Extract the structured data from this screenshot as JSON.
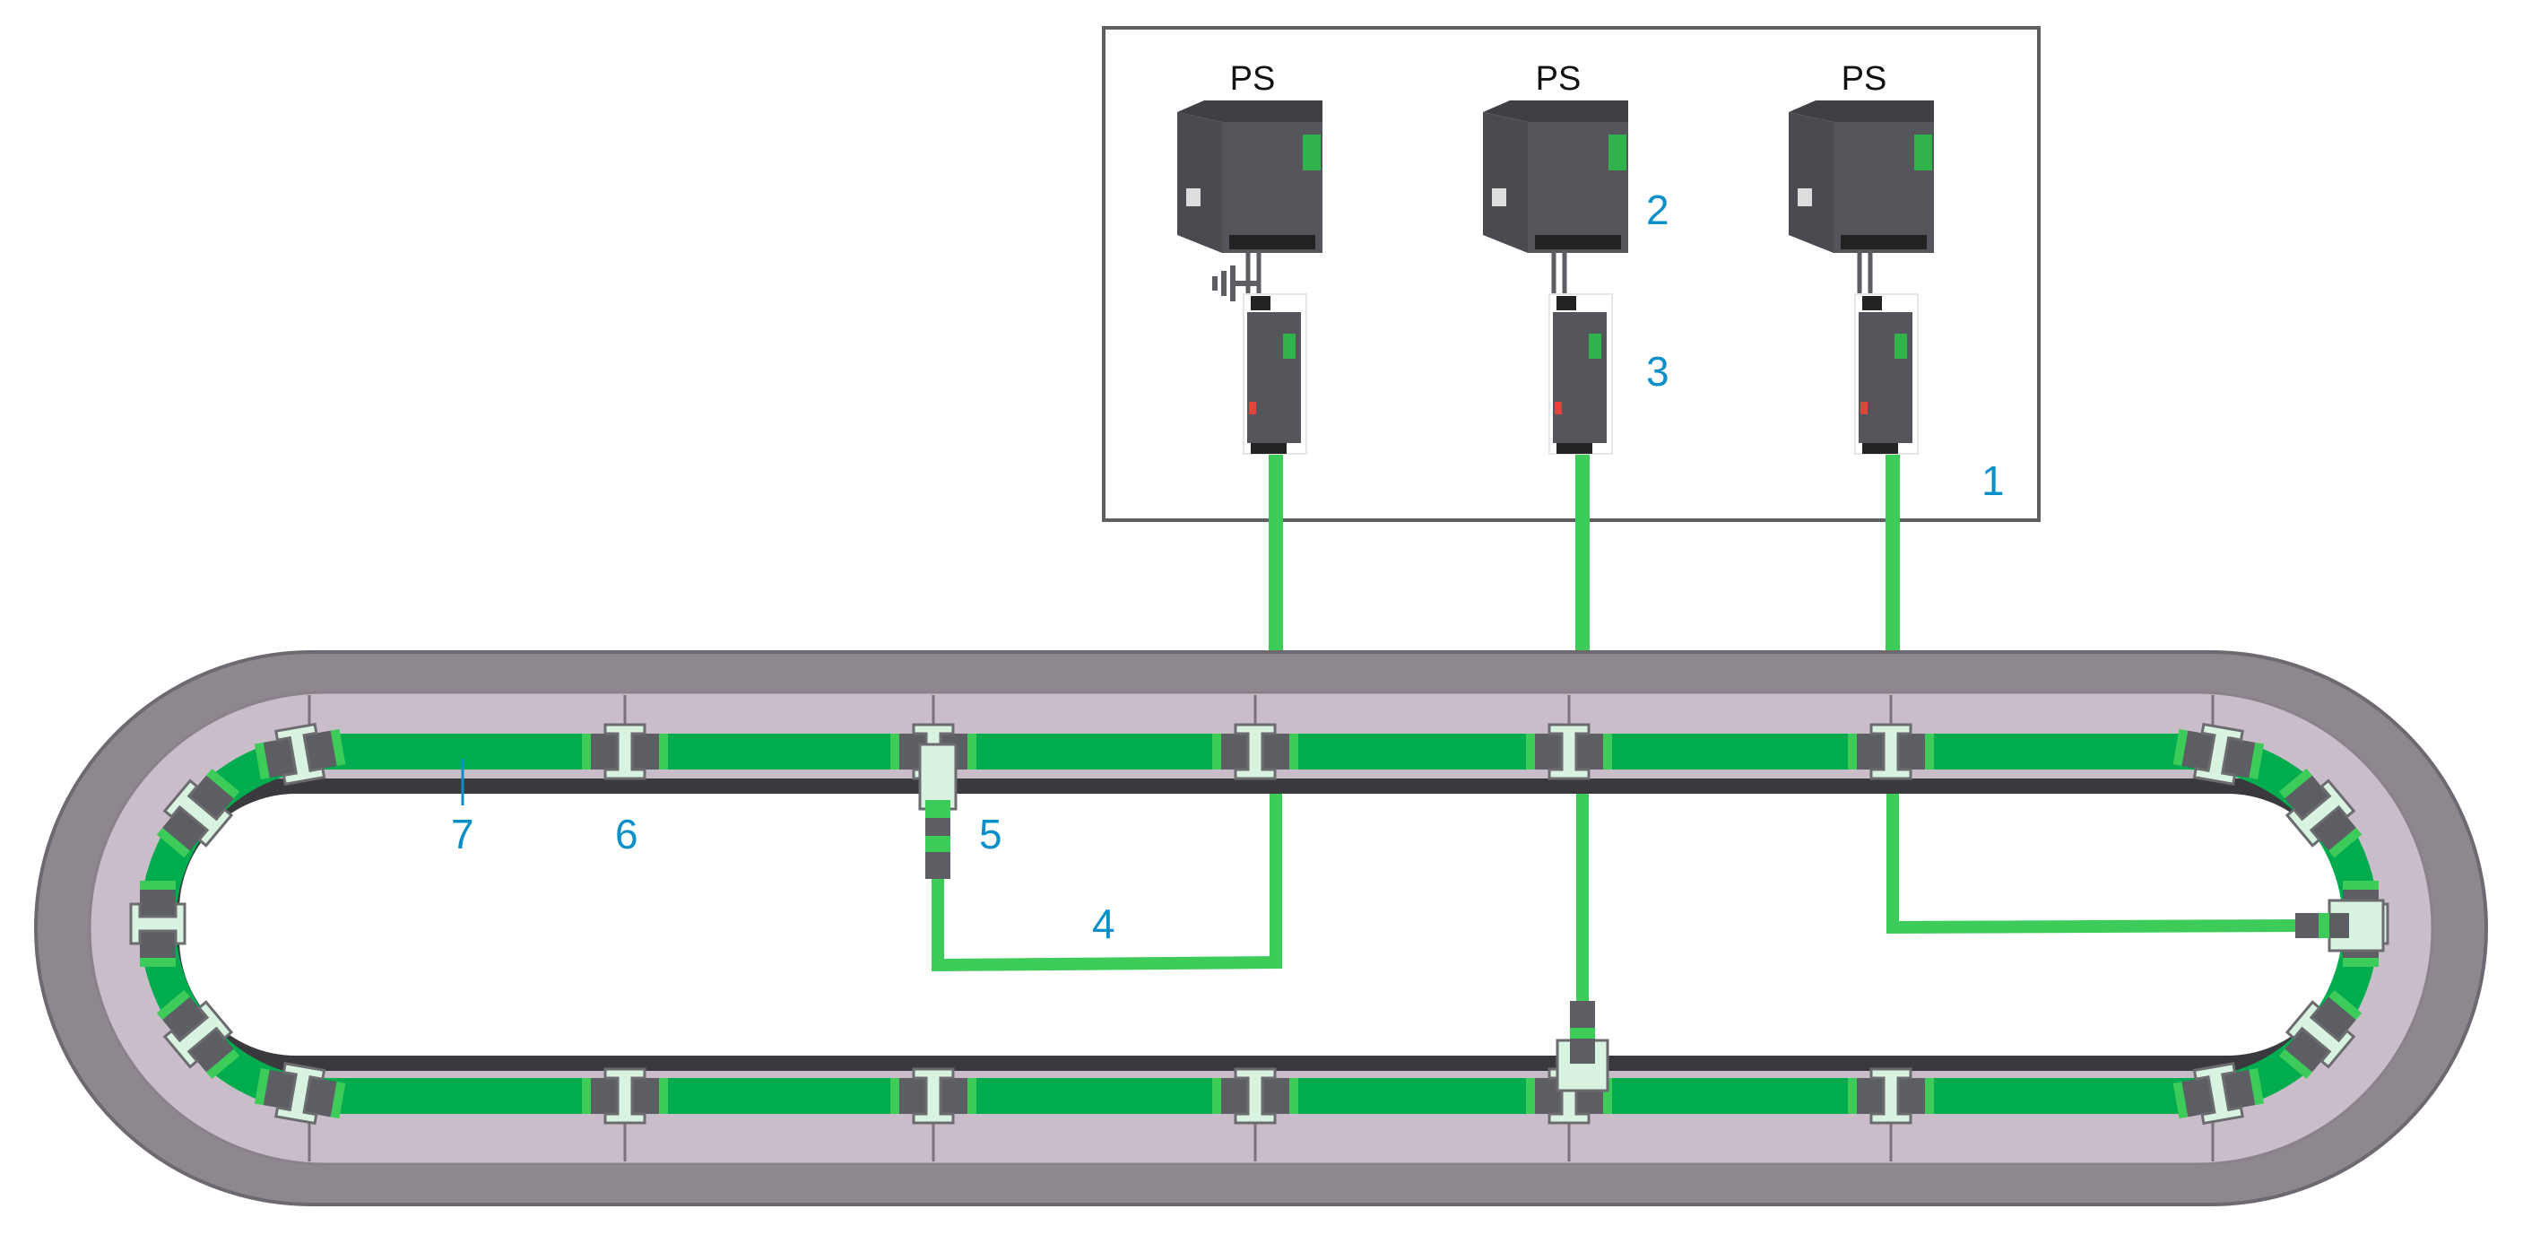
{
  "power_supplies": [
    {
      "label": "PS"
    },
    {
      "label": "PS"
    },
    {
      "label": "PS"
    }
  ],
  "callouts": {
    "c1": "1",
    "c2": "2",
    "c3": "3",
    "c4": "4",
    "c5": "5",
    "c6": "6",
    "c7": "7"
  },
  "colors": {
    "cable_green": "#3dcc5a",
    "bus_green": "#00ac4e",
    "callout_blue": "#0a8fc9",
    "track_gray": "#8f8790",
    "panel_lilac": "#c9bdca",
    "device_gray": "#55565b"
  }
}
